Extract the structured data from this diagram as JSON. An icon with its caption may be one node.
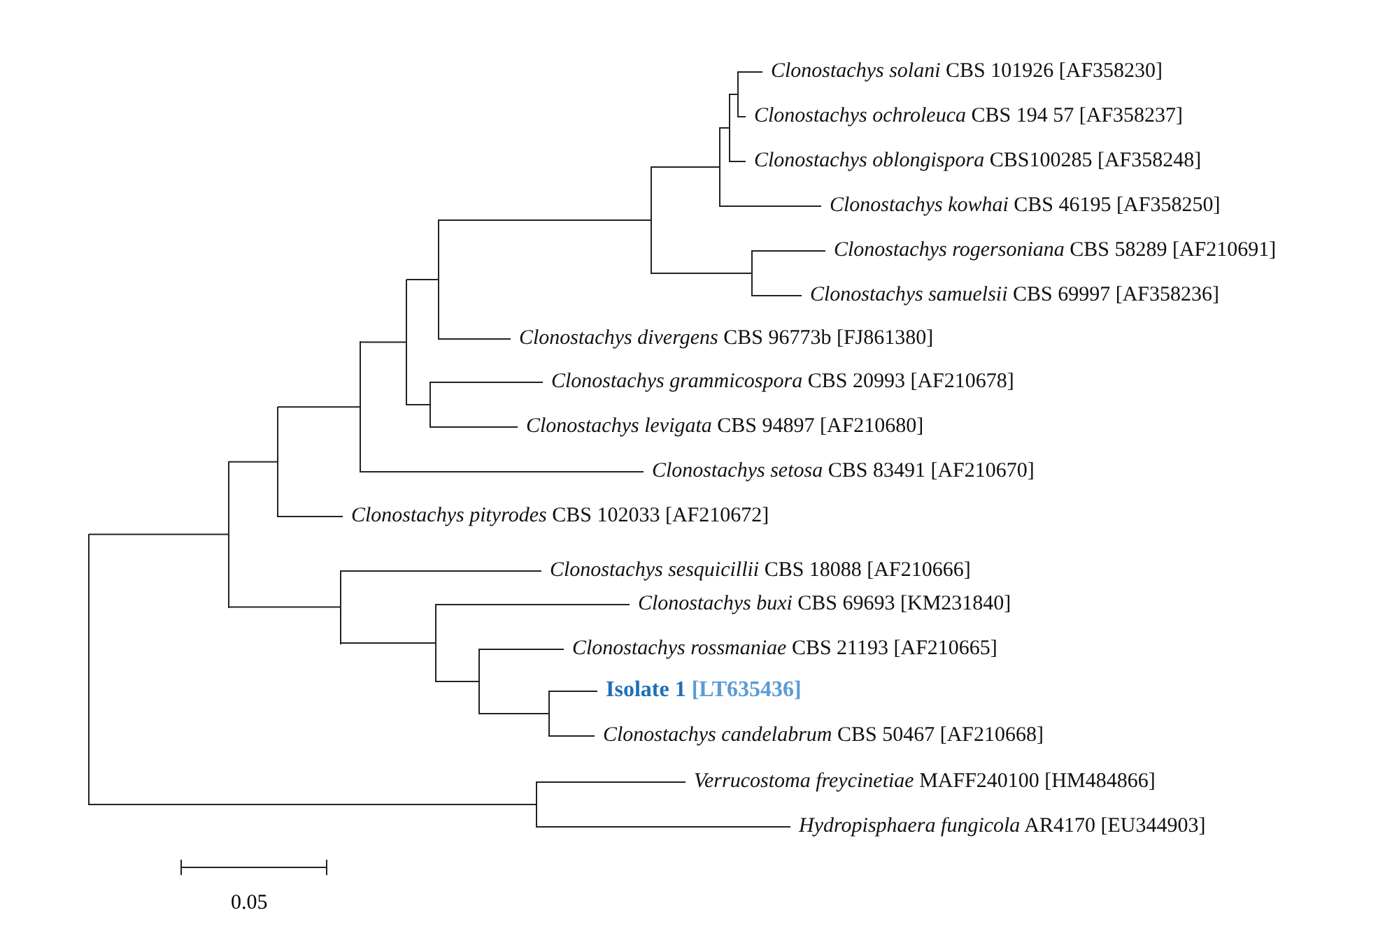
{
  "diagram": {
    "nodes": [
      {
        "text": [
          "*Clonostachys solani* CBS 101926 [AF358230]"
        ]
      },
      {
        "text": [
          "*Clonostachys ochroleuca* CBS 194 57 [AF358237]"
        ]
      },
      {
        "text": [
          "*Clonostachys oblongispora* CBS100285 [AF358248]"
        ]
      },
      {
        "text": [
          "*Clonostachys kowhai* CBS 46195 [AF358250]"
        ]
      },
      {
        "text": [
          "*Clonostachys rogersoniana* CBS 58289 [AF210691]"
        ]
      },
      {
        "text": [
          "*Clonostachys samuelsii* CBS 69997 [AF358236]"
        ]
      },
      {
        "text": [
          "*Clonostachys divergens* CBS 96773b [FJ861380]"
        ]
      },
      {
        "text": [
          "*Clonostachys grammicospora* CBS 20993 [AF210678]"
        ]
      },
      {
        "text": [
          "*Clonostachys levigata* CBS 94897 [AF210680]"
        ]
      },
      {
        "text": [
          "*Clonostachys setosa* CBS 83491 [AF210670]"
        ]
      },
      {
        "text": [
          "*Clonostachys pityrodes* CBS 102033 [AF210672]"
        ]
      },
      {
        "text": [
          "*Clonostachys sesquicillii* CBS 18088 [AF210666]"
        ]
      },
      {
        "text": [
          "*Clonostachys buxi* CBS 69693 [KM231840]"
        ]
      },
      {
        "text": [
          "*Clonostachys rossmaniae* CBS 21193 [AF210665]"
        ]
      },
      {
        "text": [
          "Isolate 1",
          "[LT635436]"
        ]
      },
      {
        "text": [
          "*Clonostachys candelabrum* CBS 50467 [AF210668]"
        ]
      },
      {
        "text": [
          "*Verrucostoma freycinetiae* MAFF240100 [HM484866]"
        ]
      },
      {
        "text": [
          "*Hydropisphaera fungicola* AR4170 [EU344903]"
        ]
      },
      {
        "text": [],
        "shape": "bar"
      },
      {
        "text": [],
        "shape": "bar"
      },
      {
        "text": [],
        "shape": "bar"
      },
      {
        "text": [],
        "shape": "bar"
      },
      {
        "text": [],
        "shape": "bar"
      },
      {
        "text": [],
        "shape": "bar"
      },
      {
        "text": [],
        "shape": "bar"
      },
      {
        "text": [],
        "shape": "bar"
      },
      {
        "text": [],
        "shape": "bar"
      },
      {
        "text": [],
        "shape": "bar"
      },
      {
        "text": [],
        "shape": "bar"
      },
      {
        "text": [],
        "shape": "bar"
      },
      {
        "text": [],
        "shape": "bar"
      },
      {
        "text": [],
        "shape": "bar"
      },
      {
        "text": [],
        "shape": "bar"
      },
      {
        "text": [],
        "shape": "bar"
      },
      {
        "text": [],
        "shape": "bar"
      }
    ],
    "edges": [
      {
        "from": 18,
        "to": 19,
        "arrow": "none"
      },
      {
        "from": 18,
        "to": 34,
        "arrow": "none"
      },
      {
        "from": 19,
        "to": 20,
        "arrow": "none"
      },
      {
        "from": 19,
        "to": 30,
        "arrow": "none"
      },
      {
        "from": 20,
        "to": 21,
        "arrow": "none"
      },
      {
        "from": 20,
        "to": 10,
        "arrow": "none"
      },
      {
        "from": 21,
        "to": 22,
        "arrow": "none"
      },
      {
        "from": 21,
        "to": 9,
        "arrow": "none"
      },
      {
        "from": 22,
        "to": 23,
        "arrow": "none"
      },
      {
        "from": 22,
        "to": 29,
        "arrow": "none"
      },
      {
        "from": 23,
        "to": 24,
        "arrow": "none"
      },
      {
        "from": 23,
        "to": 6,
        "arrow": "none"
      },
      {
        "from": 24,
        "to": 25,
        "arrow": "none"
      },
      {
        "from": 24,
        "to": 28,
        "arrow": "none"
      },
      {
        "from": 25,
        "to": 26,
        "arrow": "none"
      },
      {
        "from": 25,
        "to": 3,
        "arrow": "none"
      },
      {
        "from": 26,
        "to": 27,
        "arrow": "none"
      },
      {
        "from": 26,
        "to": 2,
        "arrow": "none"
      },
      {
        "from": 27,
        "to": 0,
        "arrow": "none"
      },
      {
        "from": 27,
        "to": 1,
        "arrow": "none"
      },
      {
        "from": 28,
        "to": 4,
        "arrow": "none"
      },
      {
        "from": 28,
        "to": 5,
        "arrow": "none"
      },
      {
        "from": 29,
        "to": 7,
        "arrow": "none"
      },
      {
        "from": 29,
        "to": 8,
        "arrow": "none"
      },
      {
        "from": 30,
        "to": 11,
        "arrow": "none"
      },
      {
        "from": 30,
        "to": 31,
        "arrow": "none"
      },
      {
        "from": 31,
        "to": 12,
        "arrow": "none"
      },
      {
        "from": 31,
        "to": 32,
        "arrow": "none"
      },
      {
        "from": 32,
        "to": 13,
        "arrow": "none"
      },
      {
        "from": 32,
        "to": 33,
        "arrow": "none"
      },
      {
        "from": 33,
        "to": 14,
        "arrow": "none"
      },
      {
        "from": 33,
        "to": 15,
        "arrow": "none"
      },
      {
        "from": 34,
        "to": 16,
        "arrow": "none"
      },
      {
        "from": 34,
        "to": 17,
        "arrow": "none"
      }
    ],
    "labels": [
      "0.05"
    ]
  }
}
